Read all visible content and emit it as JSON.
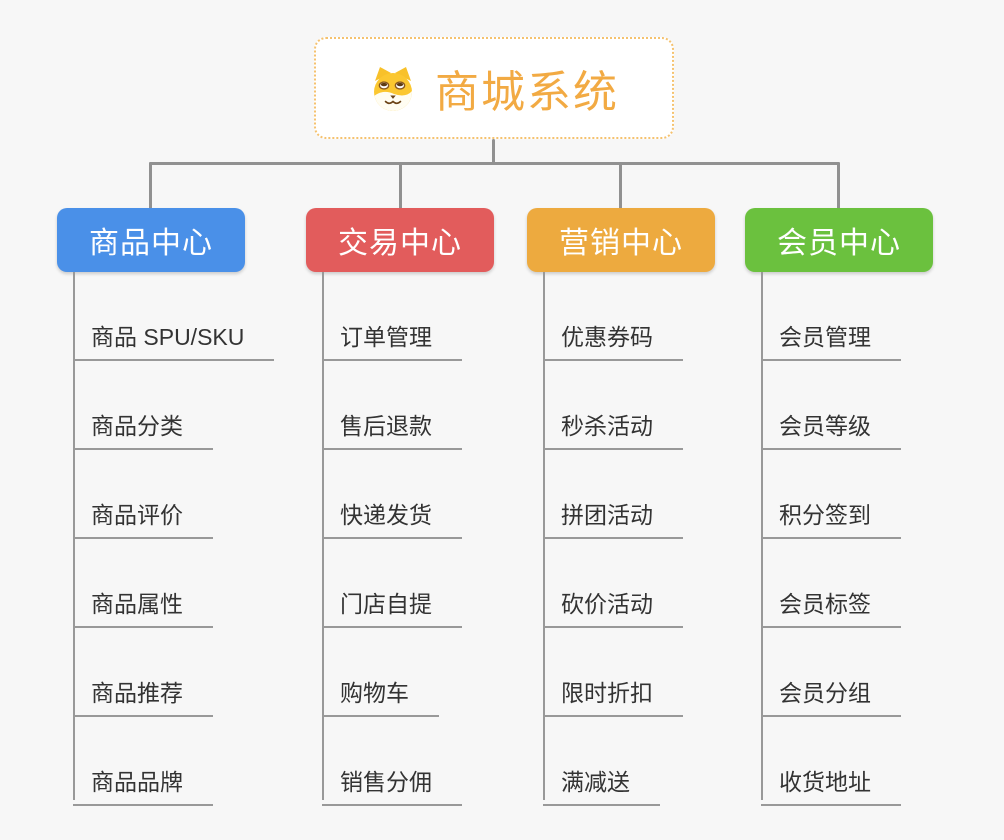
{
  "page": {
    "background": "#f7f7f7"
  },
  "root": {
    "title": "商城系统",
    "icon": "dog-face-icon",
    "text_color": "#f2aa43",
    "border_color": "#f5c26f"
  },
  "connector_color": "#919191",
  "branches": [
    {
      "label": "商品中心",
      "color": "#4a90e8",
      "items": [
        "商品 SPU/SKU",
        "商品分类",
        "商品评价",
        "商品属性",
        "商品推荐",
        "商品品牌"
      ]
    },
    {
      "label": "交易中心",
      "color": "#e25c5c",
      "items": [
        "订单管理",
        "售后退款",
        "快递发货",
        "门店自提",
        "购物车",
        "销售分佣"
      ]
    },
    {
      "label": "营销中心",
      "color": "#edaa3f",
      "items": [
        "优惠券码",
        "秒杀活动",
        "拼团活动",
        "砍价活动",
        "限时折扣",
        "满减送"
      ]
    },
    {
      "label": "会员中心",
      "color": "#6bc13e",
      "items": [
        "会员管理",
        "会员等级",
        "积分签到",
        "会员标签",
        "会员分组",
        "收货地址"
      ]
    }
  ]
}
